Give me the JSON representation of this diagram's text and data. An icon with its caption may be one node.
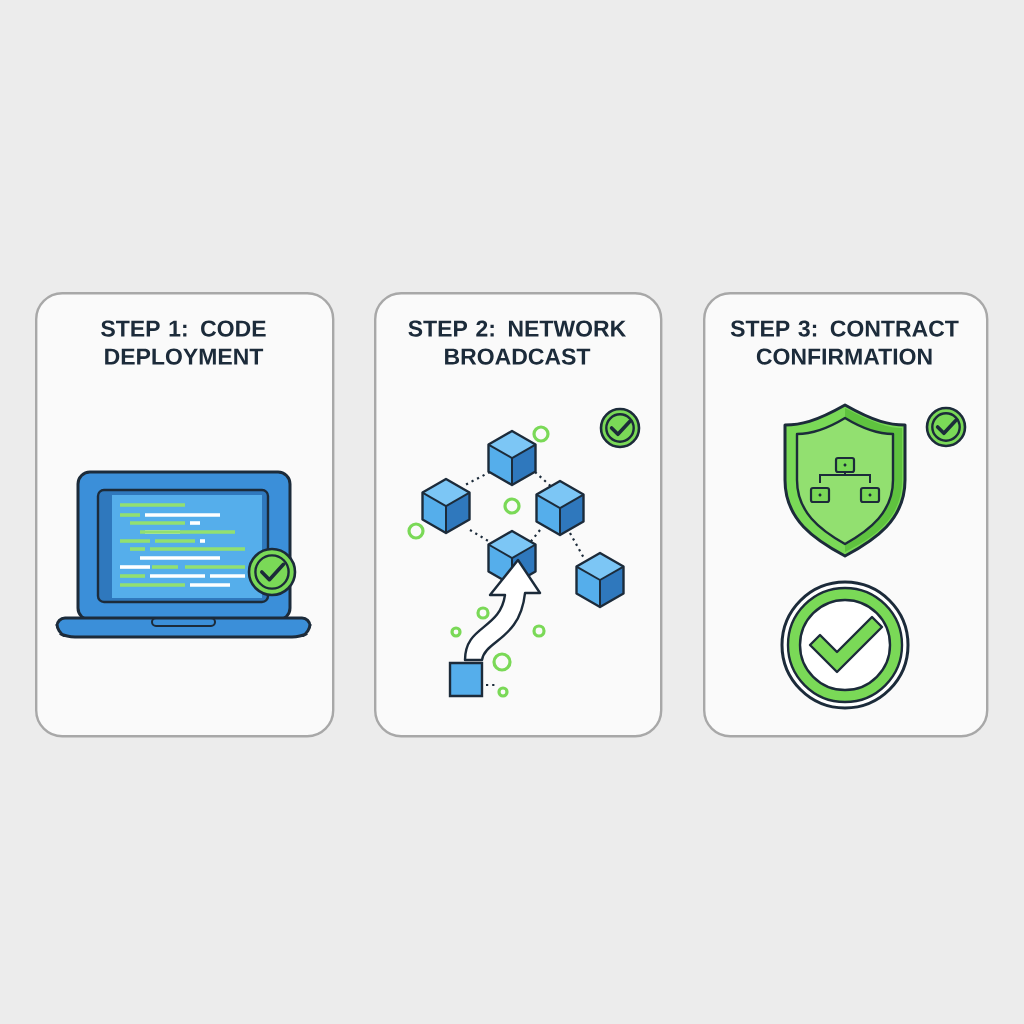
{
  "diagram": {
    "nodes": [
      {
        "text": [
          "STEP 1: CODE DEPLOYMENT"
        ]
      },
      {
        "text": [
          "STEP 2: NETWORK BROADCAST"
        ]
      },
      {
        "text": [
          "STEP 3: CONTRACT CONFIRMATION"
        ]
      }
    ]
  }
}
